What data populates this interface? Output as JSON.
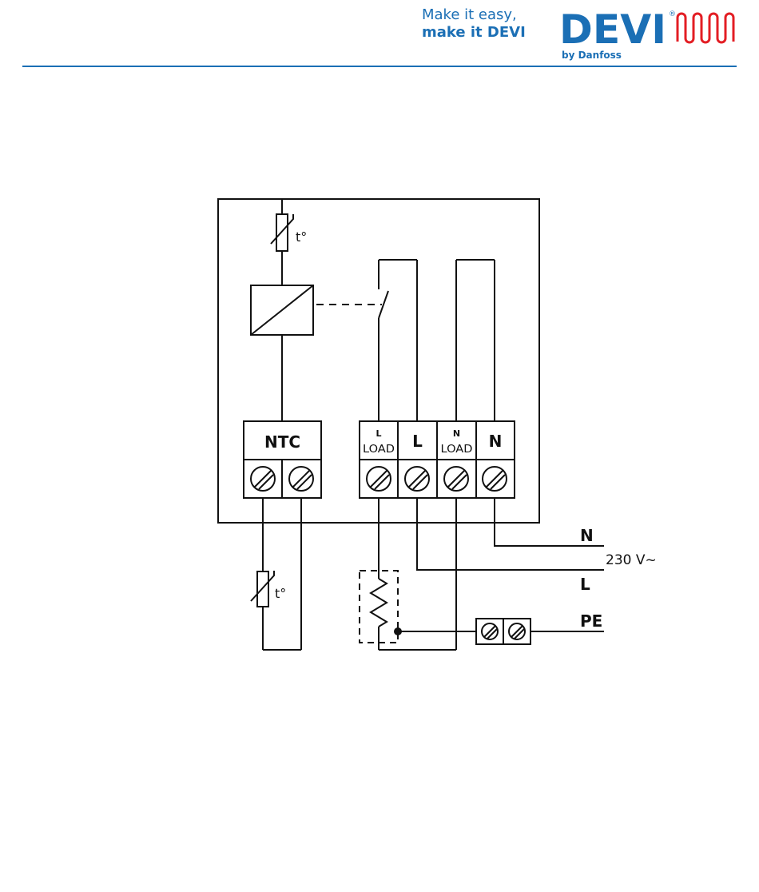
{
  "header": {
    "slogan_line1": "Make it easy,",
    "slogan_line2": "make it DEVI",
    "brand": "DEVI",
    "registered_mark": "®",
    "brand_sub": "by Danfoss",
    "brand_color": "#1b6fb5",
    "accent_color": "#e31e24"
  },
  "diagram": {
    "sensor_label_top": "t°",
    "sensor_label_bottom": "t°",
    "terminals": {
      "ntc": "NTC",
      "l_load_top": "L",
      "l_load_bottom": "LOAD",
      "l": "L",
      "n_load_top": "N",
      "n_load_bottom": "LOAD",
      "n": "N"
    },
    "supply": {
      "n": "N",
      "voltage": "230 V~",
      "l": "L",
      "pe": "PE"
    }
  }
}
